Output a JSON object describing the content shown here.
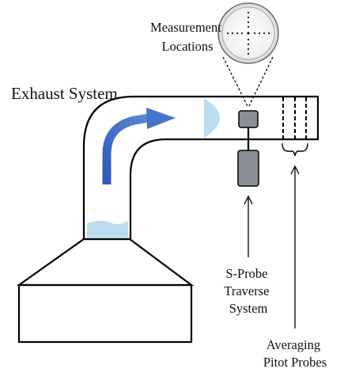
{
  "labels": {
    "title": "Exhaust System",
    "measurement": [
      "Measurement",
      "Locations"
    ],
    "sprobe": [
      "S-Probe",
      "Traverse",
      "System"
    ],
    "averaging": [
      "Averaging",
      "Pitot Probes"
    ]
  },
  "colors": {
    "outline": "#000000",
    "arrow": "#3a66c0",
    "liquid": "#bcdcf0",
    "probe": "#8a8f97"
  }
}
